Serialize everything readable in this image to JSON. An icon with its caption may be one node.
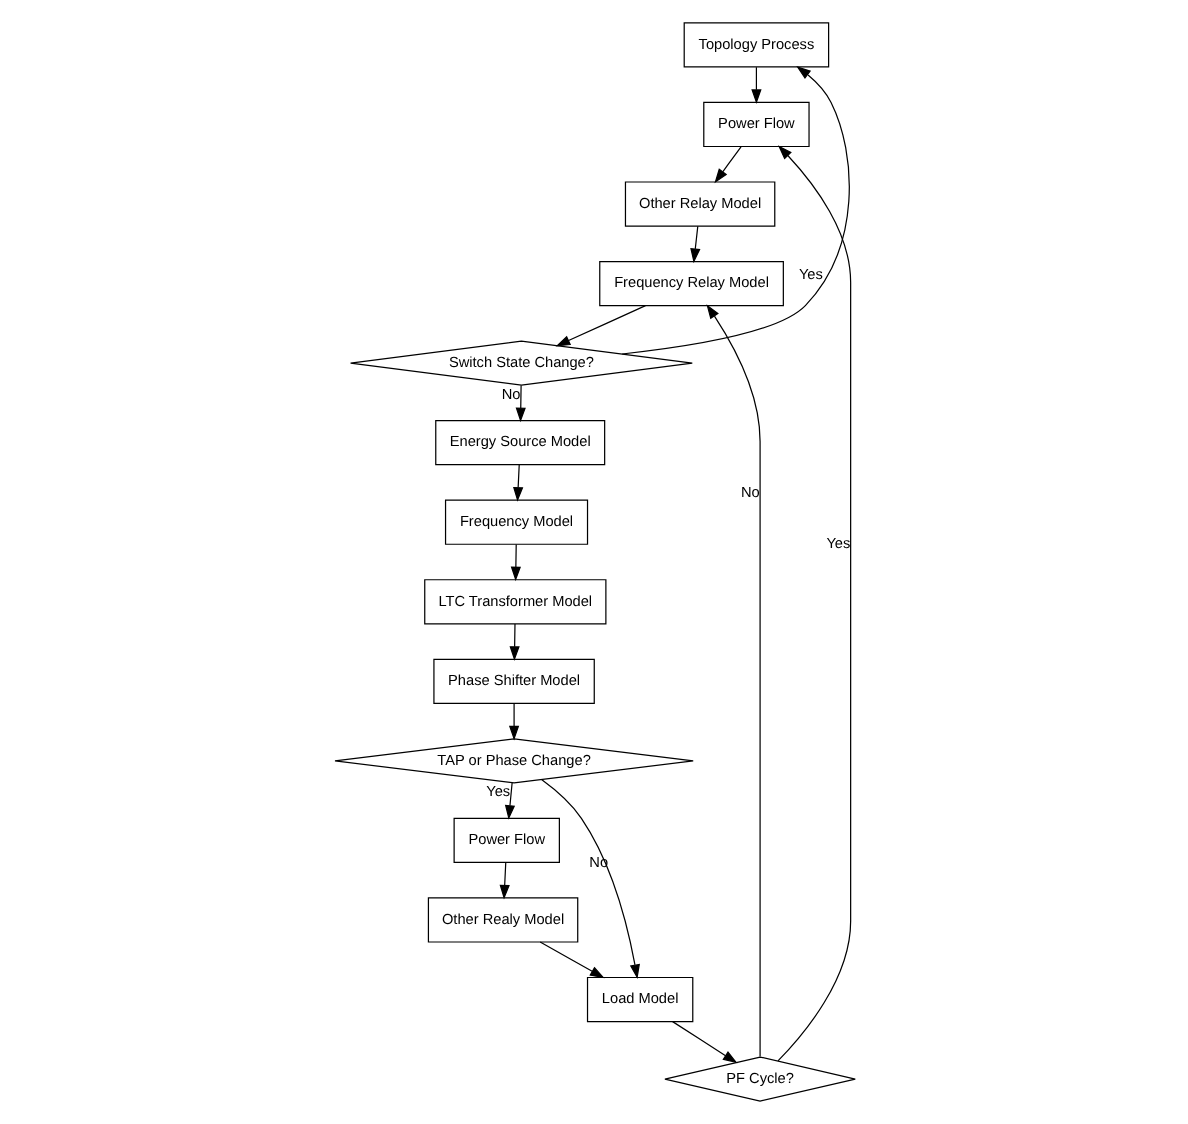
{
  "diagram": {
    "nodes": [
      {
        "text": [
          "Topology Process"
        ]
      },
      {
        "text": [
          "Power Flow"
        ]
      },
      {
        "text": [
          "Other Relay Model"
        ]
      },
      {
        "text": [
          "Frequency Relay Model"
        ]
      },
      {
        "text": [
          "Switch State Change?"
        ]
      },
      {
        "text": [
          "Energy Source Model"
        ]
      },
      {
        "text": [
          "Frequency Model"
        ]
      },
      {
        "text": [
          "LTC Transformer Model"
        ]
      },
      {
        "text": [
          "Phase Shifter Model"
        ]
      },
      {
        "text": [
          "TAP or Phase Change?"
        ]
      },
      {
        "text": [
          "Power Flow"
        ]
      },
      {
        "text": [
          "Other Realy Model"
        ]
      },
      {
        "text": [
          "Load Model"
        ]
      },
      {
        "text": [
          "PF Cycle?"
        ]
      }
    ],
    "edges": [
      {
        "from": 0,
        "to": 1,
        "arrow": "to"
      },
      {
        "from": 1,
        "to": 2,
        "arrow": "to"
      },
      {
        "from": 2,
        "to": 3,
        "arrow": "to"
      },
      {
        "from": 3,
        "to": 4,
        "arrow": "to"
      },
      {
        "from": 4,
        "to": 0,
        "arrow": "to",
        "label": "Yes"
      },
      {
        "from": 4,
        "to": 5,
        "arrow": "to",
        "label": "No"
      },
      {
        "from": 5,
        "to": 6,
        "arrow": "to"
      },
      {
        "from": 6,
        "to": 7,
        "arrow": "to"
      },
      {
        "from": 7,
        "to": 8,
        "arrow": "to"
      },
      {
        "from": 8,
        "to": 9,
        "arrow": "to"
      },
      {
        "from": 9,
        "to": 10,
        "arrow": "to",
        "label": "Yes"
      },
      {
        "from": 9,
        "to": 12,
        "arrow": "to",
        "label": "No"
      },
      {
        "from": 10,
        "to": 11,
        "arrow": "to"
      },
      {
        "from": 11,
        "to": 12,
        "arrow": "to"
      },
      {
        "from": 12,
        "to": 13,
        "arrow": "to"
      },
      {
        "from": 13,
        "to": 1,
        "arrow": "to",
        "label": "Yes"
      },
      {
        "from": 13,
        "to": 3,
        "arrow": "to",
        "label": "No"
      }
    ]
  }
}
